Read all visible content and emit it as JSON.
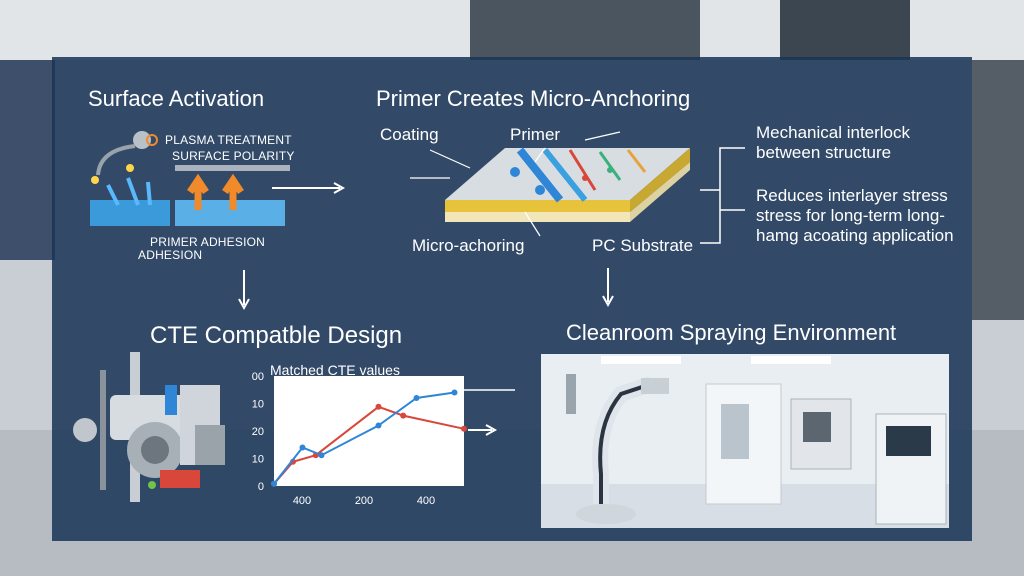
{
  "sections": {
    "surface": {
      "title": "Surface Activation",
      "plasma": "PLASMA TREATMENT",
      "polarity": "SURFACE POLARITY",
      "adhesion_1": "PRIMER ADHESION",
      "adhesion_2": "ADHESION"
    },
    "primer": {
      "title": "Primer Creates Micro-Anchoring",
      "coating": "Coating",
      "primer": "Primer",
      "micro": "Micro-achoring",
      "substrate": "PC Substrate",
      "note_1": "Mechanical interlock between structure",
      "note_2": "Reduces interlayer stress stress for long-term long-hamg acoating application"
    },
    "cte": {
      "title": "CTE Compatble Design",
      "chart_title": "Matched CTE values"
    },
    "cleanroom": {
      "title": "Cleanroom Spraying Environment"
    }
  },
  "chart_data": {
    "type": "line",
    "title": "Matched CTE values",
    "y_tick_labels": [
      "0",
      "10",
      "20",
      "10",
      "00"
    ],
    "x_tick_labels": [
      "400",
      "200",
      "400"
    ],
    "series": [
      {
        "color": "#d9463a",
        "points": [
          [
            0,
            2
          ],
          [
            0.1,
            22
          ],
          [
            0.22,
            28
          ],
          [
            0.55,
            72
          ],
          [
            0.68,
            64
          ],
          [
            1.0,
            52
          ]
        ]
      },
      {
        "color": "#2f86d6",
        "points": [
          [
            0,
            2
          ],
          [
            0.15,
            35
          ],
          [
            0.25,
            28
          ],
          [
            0.55,
            55
          ],
          [
            0.75,
            80
          ],
          [
            0.95,
            85
          ]
        ]
      }
    ],
    "ylim": [
      0,
      100
    ]
  },
  "colors": {
    "panel": "#183456",
    "accent_blue": "#2f86d6",
    "accent_orange": "#f08a2a",
    "accent_red": "#d9463a"
  }
}
